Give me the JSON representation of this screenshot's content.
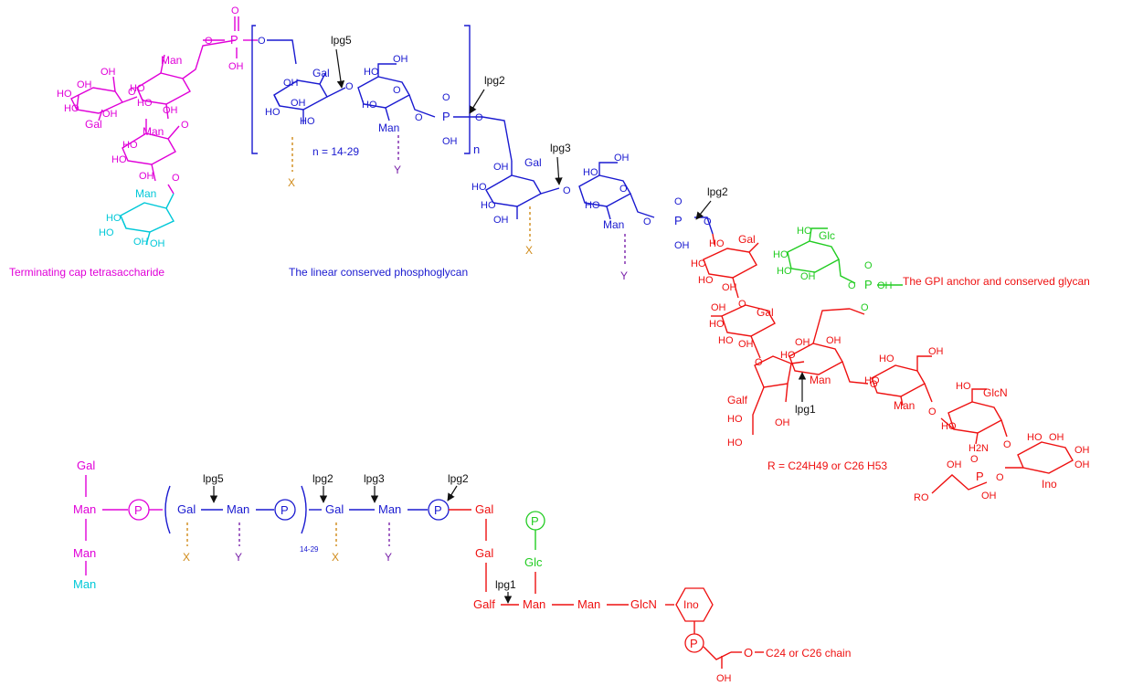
{
  "top_title": "",
  "structure": {
    "cap_label": "Terminating cap tetrasaccharide",
    "linear_label": "The linear conserved phosphoglycan",
    "gpi_label": "The GPI anchor and conserved glycan",
    "r_label": "R = C24H49 or C26 H53",
    "n_range": "n = 14-29",
    "n_letter": "n",
    "sugars": {
      "gal": "Gal",
      "man": "Man",
      "glc": "Glc",
      "glcn": "GlcN",
      "ino": "Ino",
      "galf": "Galf"
    },
    "groups": {
      "oh": "OH",
      "ho": "HO",
      "h2n": "H2N",
      "o": "O",
      "p": "P",
      "ro": "RO"
    },
    "substituents": {
      "x": "X",
      "y": "Y"
    },
    "cleavage": {
      "lpg1": "lpg1",
      "lpg2": "lpg2",
      "lpg3": "lpg3",
      "lpg5": "lpg5"
    }
  },
  "schematic": {
    "cap": [
      "Gal",
      "Man",
      "Man",
      "Man"
    ],
    "p": "P",
    "repeat": [
      "Gal",
      "Man"
    ],
    "repeat_sub": "14-29",
    "core": [
      "Gal",
      "Man"
    ],
    "anchor": [
      "Gal",
      "Gal",
      "Galf",
      "Man",
      "Man",
      "GlcN",
      "Ino"
    ],
    "glc": "Glc",
    "chain": "C24 or C26 chain",
    "oh": "OH",
    "x": "X",
    "y": "Y",
    "lpg1": "lpg1",
    "lpg2": "lpg2",
    "lpg3": "lpg3",
    "lpg5": "lpg5"
  },
  "colors": {
    "cap": "#e000d8",
    "linear": "#1a1ad0",
    "anchor": "#ee1111",
    "glucose": "#22cc22",
    "terminal_man": "#00c8d8",
    "y_sub": "#7a22aa",
    "x_sub": "#d08a18",
    "arrow": "#111111"
  }
}
